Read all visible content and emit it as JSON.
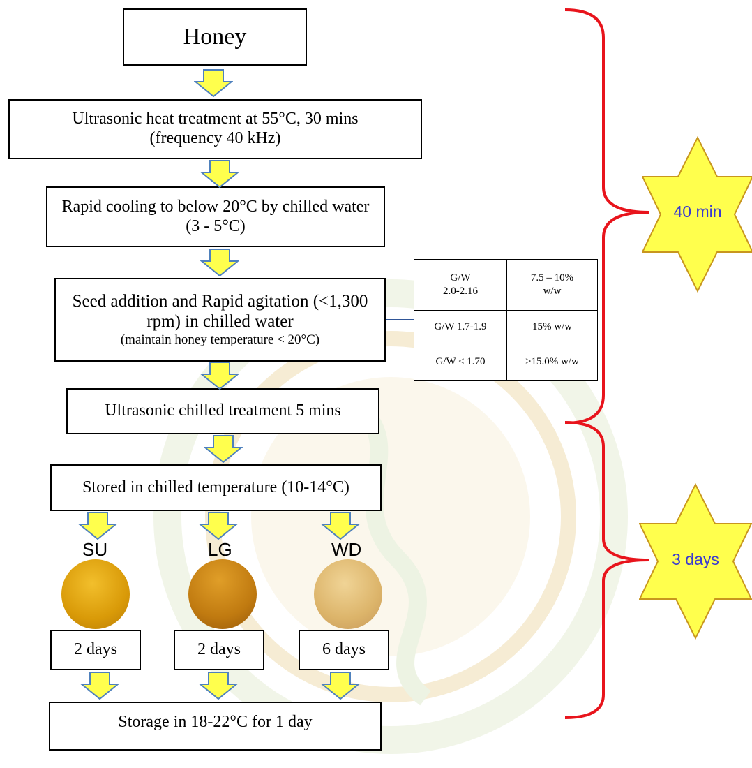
{
  "steps": {
    "honey": "Honey",
    "ultrasonic_heat": "Ultrasonic heat treatment at 55°C, 30 mins",
    "ultrasonic_heat_sub": "(frequency 40 kHz)",
    "rapid_cooling": "Rapid cooling to below 20°C by chilled water",
    "rapid_cooling_sub": "(3 - 5°C)",
    "seed_line1": "Seed addition and Rapid agitation (<1,300",
    "seed_line2": "rpm) in chilled water",
    "seed_sub": "(maintain honey temperature < 20°C)",
    "ultrasonic_chilled": "Ultrasonic chilled treatment 5 mins",
    "stored_chilled": "Stored in chilled temperature (10-14°C)",
    "storage_final": "Storage in 18-22°C for 1 day"
  },
  "samples": [
    {
      "label": "SU",
      "duration": "2 days",
      "color": "#e2a20c"
    },
    {
      "label": "LG",
      "duration": "2 days",
      "color": "#c57f10"
    },
    {
      "label": "WD",
      "duration": "6 days",
      "color": "#e6c27a"
    }
  ],
  "seed_table": [
    {
      "ratio_line1": "G/W",
      "ratio_line2": "2.0-2.16",
      "seed_line1": "7.5 – 10%",
      "seed_line2": "w/w"
    },
    {
      "ratio_line1": "G/W 1.7-1.9",
      "ratio_line2": "",
      "seed_line1": "15% w/w",
      "seed_line2": ""
    },
    {
      "ratio_line1": "G/W < 1.70",
      "ratio_line2": "",
      "seed_line1": "≥15.0% w/w",
      "seed_line2": ""
    }
  ],
  "durations": {
    "phase1": "40 min",
    "phase2": "3 days"
  },
  "colors": {
    "arrow_fill": "#ffff4d",
    "arrow_stroke": "#4f81bd",
    "brace": "#e8141c",
    "star_fill": "#ffff4d",
    "star_stroke": "#c8961e",
    "duration_text": "#3a3ad0",
    "connector": "#2f5597"
  }
}
